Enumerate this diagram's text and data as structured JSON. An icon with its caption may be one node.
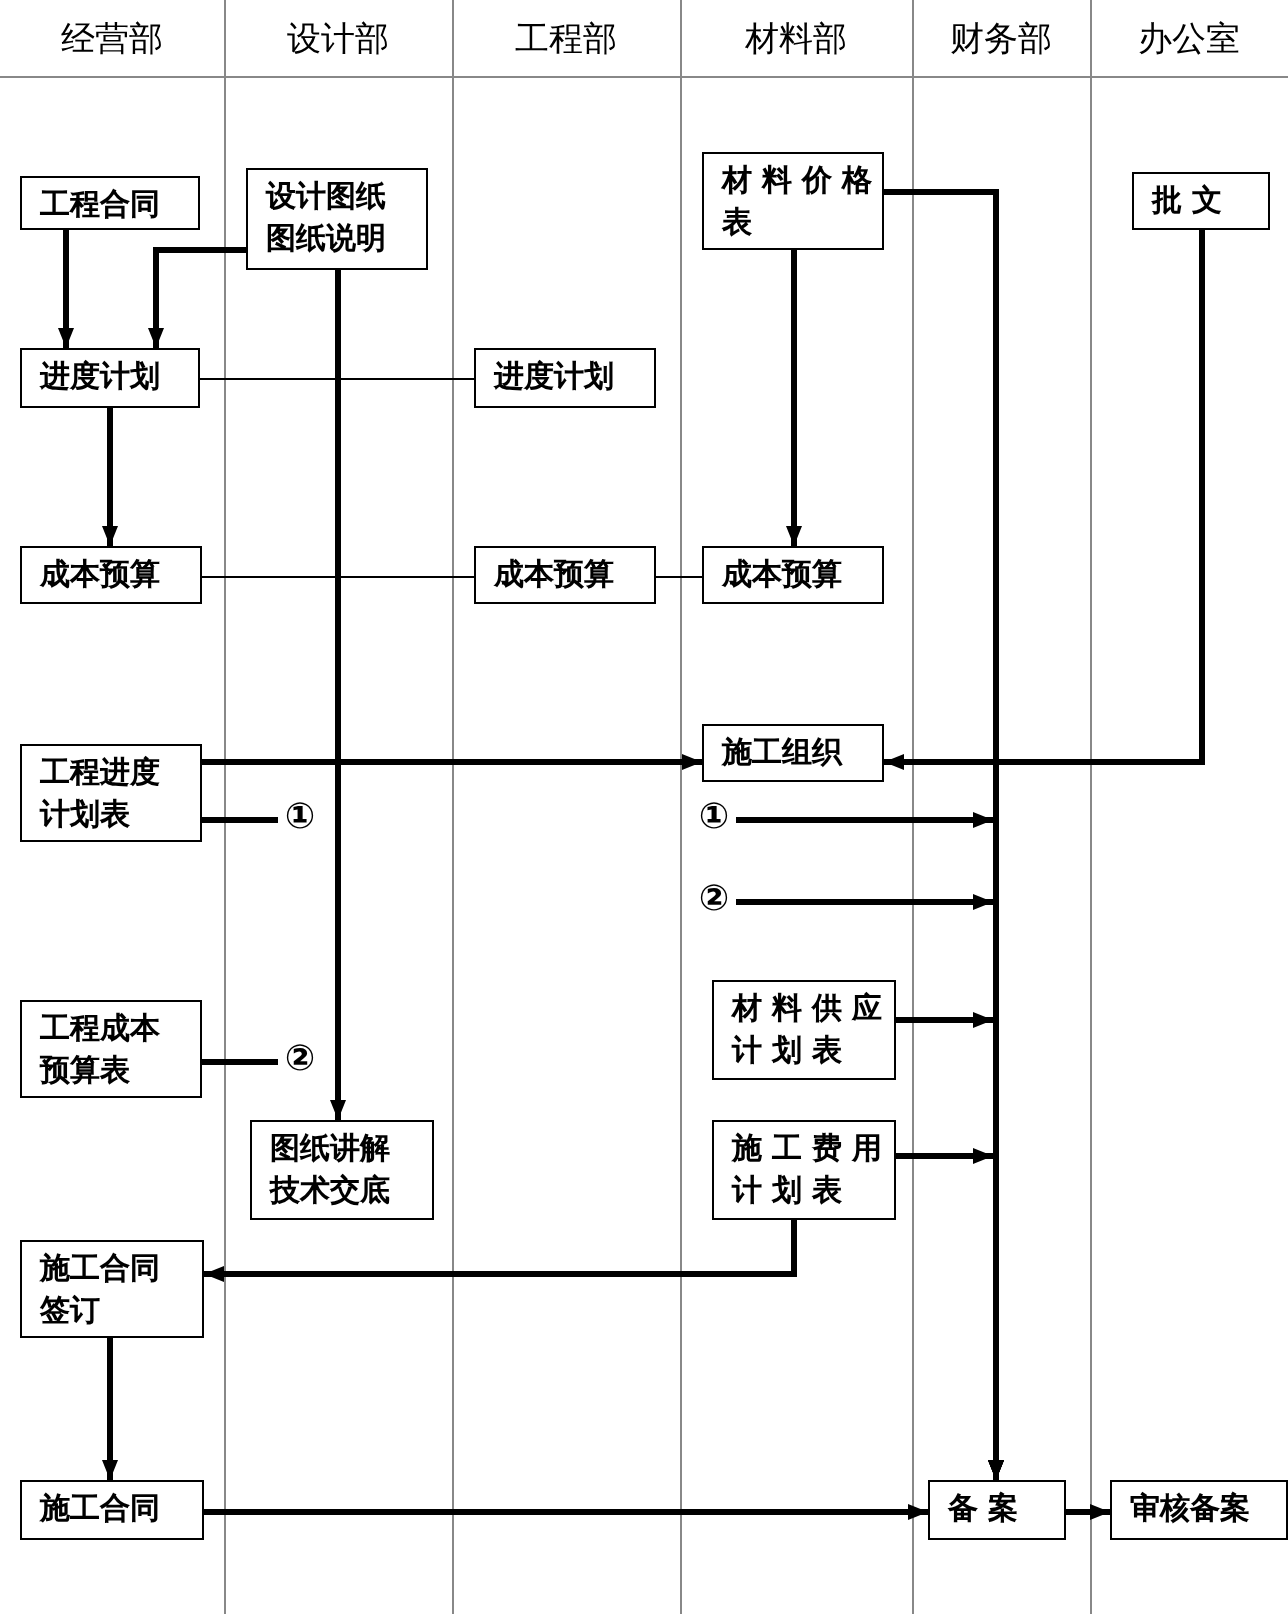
{
  "diagram": {
    "nodes": [
      {
        "text": [
          "工程合同"
        ]
      },
      {
        "text": [
          "设计图纸图纸说明"
        ]
      },
      {
        "text": [
          "材料价格表"
        ]
      },
      {
        "text": [
          "批 文"
        ]
      },
      {
        "text": [
          "进度计划"
        ]
      },
      {
        "text": [
          "进度计划"
        ]
      },
      {
        "text": [
          "成本预算"
        ]
      },
      {
        "text": [
          "成本预算"
        ]
      },
      {
        "text": [
          "成本预算"
        ]
      },
      {
        "text": [
          "工程进度计划表"
        ]
      },
      {
        "text": [
          "施工组织"
        ]
      },
      {
        "text": [
          "①"
        ]
      },
      {
        "text": [
          "①"
        ]
      },
      {
        "text": [
          "②"
        ]
      },
      {
        "text": [
          "工程成本预算表"
        ]
      },
      {
        "text": [
          "②"
        ]
      },
      {
        "text": [
          "图纸讲解技术交底"
        ]
      },
      {
        "text": [
          "材料供应计划表"
        ]
      },
      {
        "text": [
          "施工费用计划表"
        ]
      },
      {
        "text": [
          "施工合同签订"
        ]
      },
      {
        "text": [
          "施工合同"
        ]
      },
      {
        "text": [
          "备 案"
        ]
      },
      {
        "text": [
          "审核备案"
        ]
      }
    ],
    "edges": [
      {
        "from": 0,
        "to": 4,
        "arrow": "to"
      },
      {
        "from": 1,
        "to": 4,
        "arrow": "to"
      },
      {
        "from": 4,
        "to": 6,
        "arrow": "to"
      },
      {
        "from": 4,
        "to": 5,
        "arrow": "none"
      },
      {
        "from": 6,
        "to": 7,
        "arrow": "none"
      },
      {
        "from": 7,
        "to": 8,
        "arrow": "none"
      },
      {
        "from": 2,
        "to": 8,
        "arrow": "to"
      },
      {
        "from": 9,
        "to": 10,
        "arrow": "to"
      },
      {
        "from": 3,
        "to": 10,
        "arrow": "to"
      },
      {
        "from": 9,
        "to": 11,
        "arrow": "none"
      },
      {
        "from": 1,
        "to": 16,
        "arrow": "to"
      },
      {
        "from": 2,
        "to": 21,
        "arrow": "to"
      },
      {
        "from": 12,
        "to": 21,
        "arrow": "to"
      },
      {
        "from": 13,
        "to": 21,
        "arrow": "to"
      },
      {
        "from": 14,
        "to": 15,
        "arrow": "none"
      },
      {
        "from": 17,
        "to": 21,
        "arrow": "to"
      },
      {
        "from": 18,
        "to": 21,
        "arrow": "to"
      },
      {
        "from": 18,
        "to": 19,
        "arrow": "to"
      },
      {
        "from": 19,
        "to": 20,
        "arrow": "to"
      },
      {
        "from": 20,
        "to": 21,
        "arrow": "to"
      },
      {
        "from": 21,
        "to": 22,
        "arrow": "to"
      }
    ],
    "labels": [
      "经营部",
      "设计部",
      "工程部",
      "材料部",
      "财务部",
      "办公室"
    ]
  }
}
